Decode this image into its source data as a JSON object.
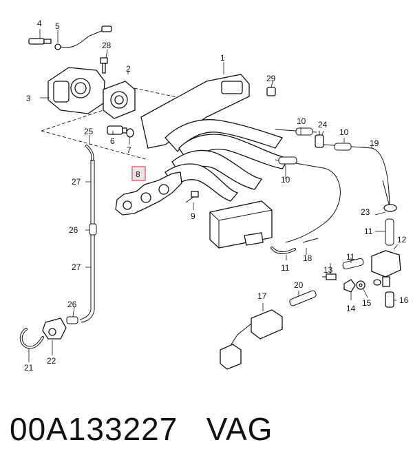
{
  "callouts": [
    {
      "id": "c1",
      "text": "1"
    },
    {
      "id": "c2",
      "text": "2"
    },
    {
      "id": "c3",
      "text": "3"
    },
    {
      "id": "c4",
      "text": "4"
    },
    {
      "id": "c5",
      "text": "5"
    },
    {
      "id": "c6",
      "text": "6"
    },
    {
      "id": "c7",
      "text": "7"
    },
    {
      "id": "c8",
      "text": "8"
    },
    {
      "id": "c9",
      "text": "9"
    },
    {
      "id": "c10a",
      "text": "10"
    },
    {
      "id": "c10b",
      "text": "10"
    },
    {
      "id": "c10c",
      "text": "10"
    },
    {
      "id": "c11a",
      "text": "11"
    },
    {
      "id": "c11b",
      "text": "11"
    },
    {
      "id": "c11c",
      "text": "11"
    },
    {
      "id": "c12",
      "text": "12"
    },
    {
      "id": "c13",
      "text": "13"
    },
    {
      "id": "c14",
      "text": "14"
    },
    {
      "id": "c15",
      "text": "15"
    },
    {
      "id": "c16",
      "text": "16"
    },
    {
      "id": "c17",
      "text": "17"
    },
    {
      "id": "c18",
      "text": "18"
    },
    {
      "id": "c19",
      "text": "19"
    },
    {
      "id": "c20",
      "text": "20"
    },
    {
      "id": "c21",
      "text": "21"
    },
    {
      "id": "c22",
      "text": "22"
    },
    {
      "id": "c23",
      "text": "23"
    },
    {
      "id": "c24",
      "text": "24"
    },
    {
      "id": "c25",
      "text": "25"
    },
    {
      "id": "c26a",
      "text": "26"
    },
    {
      "id": "c26b",
      "text": "26"
    },
    {
      "id": "c27a",
      "text": "27"
    },
    {
      "id": "c27b",
      "text": "27"
    },
    {
      "id": "c28",
      "text": "28"
    },
    {
      "id": "c29",
      "text": "29"
    }
  ],
  "highlight": {
    "part": "8",
    "color": "#e05a6a"
  },
  "caption": {
    "part_number": "00A133227",
    "brand": "VAG"
  }
}
